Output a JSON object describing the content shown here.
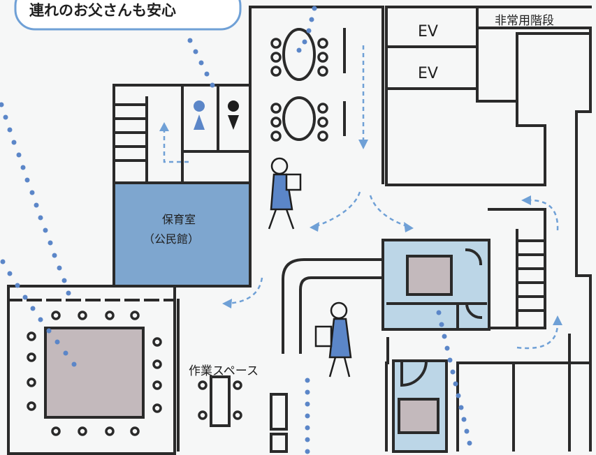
{
  "callout": {
    "text": "連れのお父さんも安心"
  },
  "elevators": [
    {
      "label": "EV"
    },
    {
      "label": "EV"
    }
  ],
  "stairs": {
    "label": "非常用階段"
  },
  "nursery": {
    "name": "保育室",
    "sub": "（公民館）"
  },
  "workspace": {
    "label": "作業スペース"
  },
  "restroom_icons": [
    "female-restroom-icon",
    "male-restroom-icon"
  ],
  "colors": {
    "room_blue": "#7ea6cf",
    "light_blue": "#bcd6e7",
    "dotted_path": "#5b86c8",
    "arrow": "#6fa0d6",
    "wall": "#2a2a2a",
    "table_gray": "#c3b9bc"
  }
}
